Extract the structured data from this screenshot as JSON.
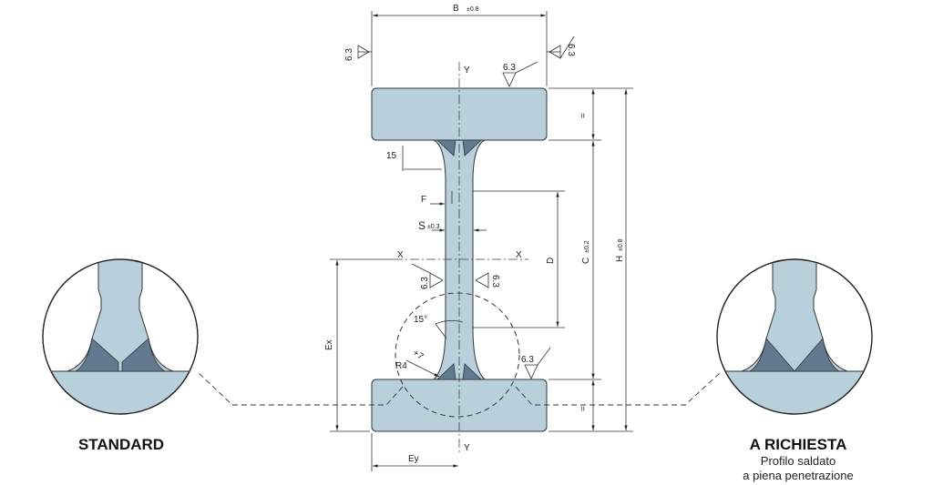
{
  "drawing": {
    "dimensions": {
      "B": "B",
      "B_tol": "±0.8",
      "H": "H",
      "H_tol": "±0.8",
      "C": "C",
      "C_tol": "±0.2",
      "S": "S",
      "S_tol": "±0.3",
      "F": "F",
      "D": "D",
      "Ex": "Ex",
      "Ey": "Ey",
      "fifteen": "15",
      "R4": "R4",
      "angle": "15°",
      "plus7": "+7",
      "equal": "="
    },
    "axes": {
      "x_left": "X",
      "x_right": "X",
      "y_top": "Y",
      "y_bottom": "Y"
    },
    "roughness": "6.3"
  },
  "details": {
    "standard": {
      "label": "STANDARD"
    },
    "on_request": {
      "label": "A RICHIESTA",
      "line1": "Profilo saldato",
      "line2": "a piena penetrazione"
    }
  }
}
